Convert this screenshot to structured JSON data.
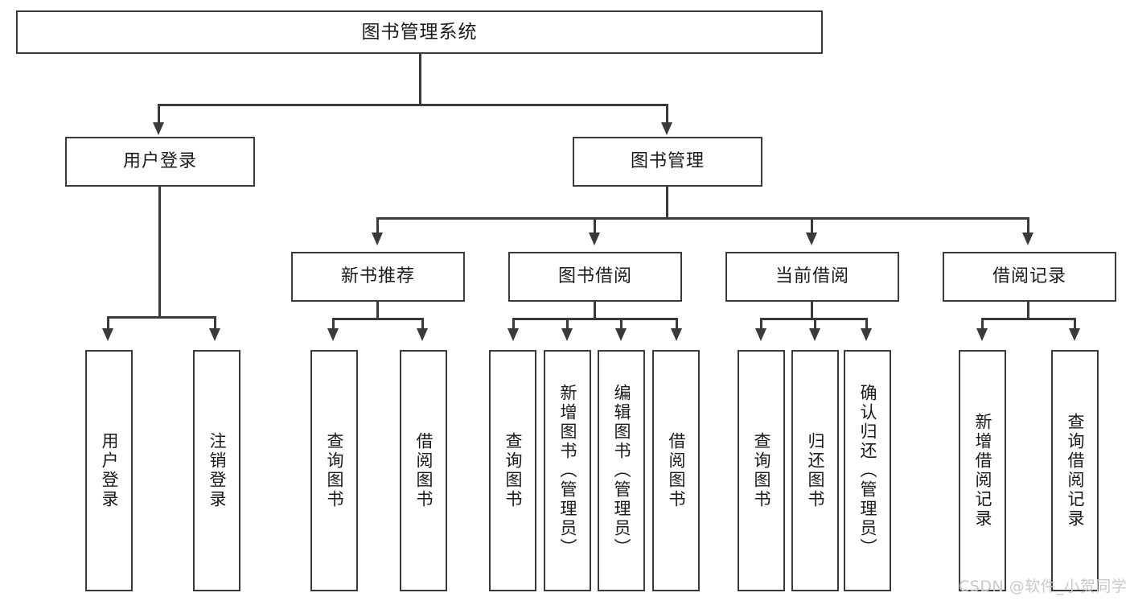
{
  "diagram": {
    "type": "hierarchy-tree",
    "title": "图书管理系统",
    "root": {
      "id": "root",
      "label": "图书管理系统"
    },
    "level2": [
      {
        "id": "user-login",
        "label": "用户登录"
      },
      {
        "id": "book-management",
        "label": "图书管理"
      }
    ],
    "level3": [
      {
        "id": "new-book-recommend",
        "label": "新书推荐"
      },
      {
        "id": "book-borrow",
        "label": "图书借阅"
      },
      {
        "id": "current-borrow",
        "label": "当前借阅"
      },
      {
        "id": "borrow-record",
        "label": "借阅记录"
      }
    ],
    "leaves": {
      "user_login": [
        {
          "id": "leaf-user-login",
          "label": "用户登录"
        },
        {
          "id": "leaf-logout",
          "label": "注销登录"
        }
      ],
      "new_book_recommend": [
        {
          "id": "leaf-query-book-1",
          "label": "查询图书"
        },
        {
          "id": "leaf-borrow-book-1",
          "label": "借阅图书"
        }
      ],
      "book_borrow": [
        {
          "id": "leaf-query-book-2",
          "label": "查询图书"
        },
        {
          "id": "leaf-add-book",
          "label": "新增图书（管理员）"
        },
        {
          "id": "leaf-edit-book",
          "label": "编辑图书（管理员）"
        },
        {
          "id": "leaf-borrow-book-2",
          "label": "借阅图书"
        }
      ],
      "current_borrow": [
        {
          "id": "leaf-query-book-3",
          "label": "查询图书"
        },
        {
          "id": "leaf-return-book",
          "label": "归还图书"
        },
        {
          "id": "leaf-confirm-return",
          "label": "确认归还（管理员）"
        }
      ],
      "borrow_record": [
        {
          "id": "leaf-add-record",
          "label": "新增借阅记录"
        },
        {
          "id": "leaf-query-record",
          "label": "查询借阅记录"
        }
      ]
    }
  },
  "watermark": {
    "text": "CSDN @软件_小贺同学"
  },
  "colors": {
    "stroke": "#3a3a3a",
    "text": "#1a1a1a",
    "background": "#ffffff",
    "watermark": "#c9c9c9"
  }
}
